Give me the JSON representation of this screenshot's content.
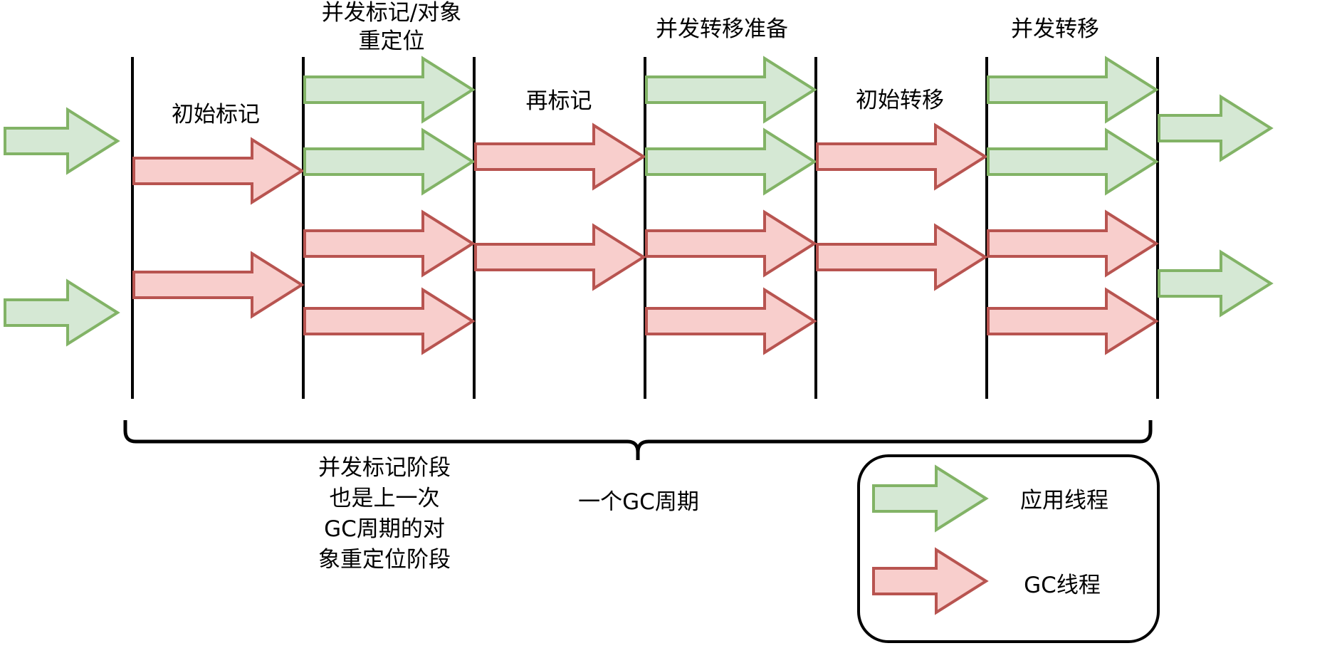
{
  "diagram": {
    "title": "ZGC GC cycle phases",
    "colors": {
      "app_fill": "#d5e8d4",
      "app_stroke": "#82b366",
      "gc_fill": "#f8cecc",
      "gc_stroke": "#b85450",
      "line": "#000000"
    },
    "phases": [
      {
        "label": "初始标记",
        "lanes": [
          "gc",
          "gc"
        ],
        "lane_rows": [
          1,
          3
        ]
      },
      {
        "label": "并发标记/对象\n重定位",
        "lanes": [
          "app",
          "app",
          "gc",
          "gc"
        ],
        "lane_rows": [
          0,
          1,
          2,
          3
        ]
      },
      {
        "label": "再标记",
        "lanes": [
          "gc",
          "gc"
        ],
        "lane_rows": [
          1,
          2
        ]
      },
      {
        "label": "并发转移准备",
        "lanes": [
          "app",
          "app",
          "gc",
          "gc"
        ],
        "lane_rows": [
          0,
          1,
          2,
          3
        ]
      },
      {
        "label": "初始转移",
        "lanes": [
          "gc",
          "gc"
        ],
        "lane_rows": [
          1,
          2
        ]
      },
      {
        "label": "并发转移",
        "lanes": [
          "app",
          "app",
          "gc",
          "gc"
        ],
        "lane_rows": [
          0,
          1,
          2,
          3
        ]
      }
    ],
    "lead_in_arrows": [
      "app",
      "app"
    ],
    "lead_out_arrows": [
      "app",
      "app"
    ],
    "brace_label": "一个GC周期",
    "note": [
      "并发标记阶段",
      "也是上一次",
      "GC周期的对",
      "象重定位阶段"
    ],
    "legend": [
      {
        "kind": "app",
        "label": "应用线程"
      },
      {
        "kind": "gc",
        "label": "GC线程"
      }
    ]
  }
}
